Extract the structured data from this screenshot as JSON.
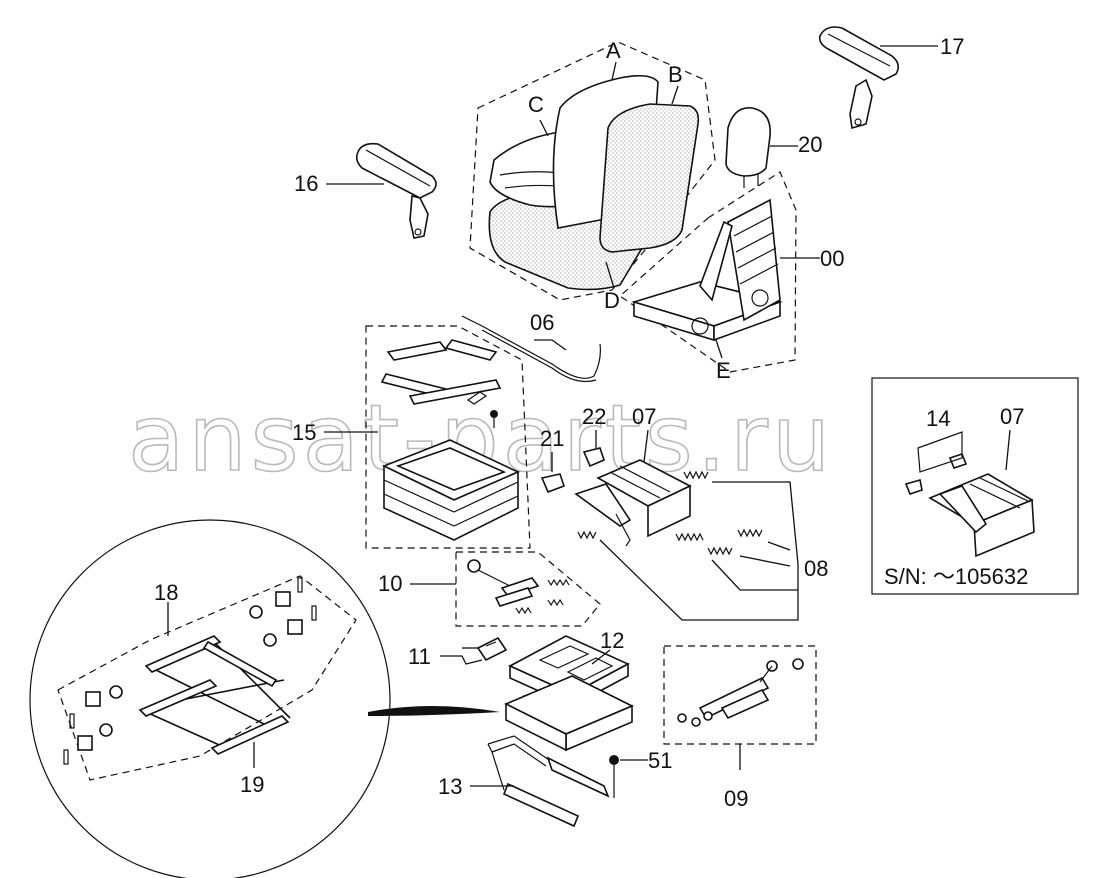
{
  "watermark": "ansat-parts.ru",
  "serial_note": "S/N: ～105632",
  "callouts": {
    "A": "A",
    "B": "B",
    "C": "C",
    "D": "D",
    "E": "E",
    "p00": "00",
    "p06": "06",
    "p07": "07",
    "p07b": "07",
    "p08": "08",
    "p09": "09",
    "p10": "10",
    "p11": "11",
    "p12": "12",
    "p13": "13",
    "p14": "14",
    "p15": "15",
    "p16": "16",
    "p17": "17",
    "p18": "18",
    "p19": "19",
    "p20": "20",
    "p21": "21",
    "p22": "22",
    "p51": "51"
  }
}
